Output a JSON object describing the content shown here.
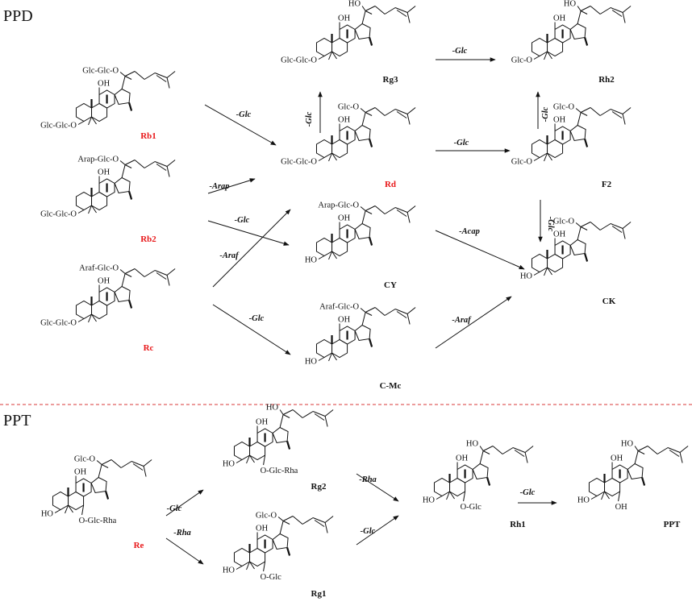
{
  "sections": {
    "ppd": "PPD",
    "ppt": "PPT"
  },
  "colors": {
    "highlight": "#e8191b",
    "ink": "#111111",
    "divider": "#e06060"
  },
  "compounds": [
    {
      "id": "rb1",
      "label": "Rb1",
      "hl": true,
      "s3": "Glc-Glc-O",
      "s20": "Glc-Glc-O",
      "s6": "",
      "oh3": false,
      "oh12": "OH",
      "oh20": ""
    },
    {
      "id": "rb2",
      "label": "Rb2",
      "hl": true,
      "s3": "Glc-Glc-O",
      "s20": "Arap-Glc-O",
      "s6": "",
      "oh3": false,
      "oh12": "OH",
      "oh20": ""
    },
    {
      "id": "rc",
      "label": "Rc",
      "hl": true,
      "s3": "Glc-Glc-O",
      "s20": "Araf-Glc-O",
      "s6": "",
      "oh3": false,
      "oh12": "OH",
      "oh20": ""
    },
    {
      "id": "rg3",
      "label": "Rg3",
      "hl": false,
      "s3": "Glc-Glc-O",
      "s20": "",
      "s6": "",
      "oh3": false,
      "oh12": "OH",
      "oh20": "HO"
    },
    {
      "id": "rd",
      "label": "Rd",
      "hl": true,
      "s3": "Glc-Glc-O",
      "s20": "Glc-O",
      "s6": "",
      "oh3": false,
      "oh12": "OH",
      "oh20": ""
    },
    {
      "id": "cy",
      "label": "CY",
      "hl": false,
      "s3": "",
      "s20": "Arap-Glc-O",
      "s6": "",
      "oh3": true,
      "oh12": "OH",
      "oh20": ""
    },
    {
      "id": "cmc",
      "label": "C-Mc",
      "hl": false,
      "s3": "",
      "s20": "Araf-Glc-O",
      "s6": "",
      "oh3": true,
      "oh12": "OH",
      "oh20": ""
    },
    {
      "id": "rh2",
      "label": "Rh2",
      "hl": false,
      "s3": "Glc-O",
      "s20": "",
      "s6": "",
      "oh3": false,
      "oh12": "OH",
      "oh20": "HO"
    },
    {
      "id": "f2",
      "label": "F2",
      "hl": false,
      "s3": "Glc-O",
      "s20": "Glc-O",
      "s6": "",
      "oh3": false,
      "oh12": "OH",
      "oh20": ""
    },
    {
      "id": "ck",
      "label": "CK",
      "hl": false,
      "s3": "",
      "s20": "Glc-O",
      "s6": "",
      "oh3": true,
      "oh12": "OH",
      "oh20": ""
    },
    {
      "id": "re",
      "label": "Re",
      "hl": true,
      "s3": "",
      "s20": "Glc-O",
      "s6": "O-Glc-Rha",
      "oh3": true,
      "oh12": "OH",
      "oh20": ""
    },
    {
      "id": "rg2",
      "label": "Rg2",
      "hl": false,
      "s3": "",
      "s20": "",
      "s6": "O-Glc-Rha",
      "oh3": true,
      "oh12": "OH",
      "oh20": "HO"
    },
    {
      "id": "rg1",
      "label": "Rg1",
      "hl": false,
      "s3": "",
      "s20": "Glc-O",
      "s6": "O-Glc",
      "oh3": true,
      "oh12": "OH",
      "oh20": ""
    },
    {
      "id": "rh1",
      "label": "Rh1",
      "hl": false,
      "s3": "",
      "s20": "",
      "s6": "O-Glc",
      "oh3": true,
      "oh12": "OH",
      "oh20": "HO"
    },
    {
      "id": "ppt",
      "label": "PPT",
      "hl": false,
      "s3": "",
      "s20": "",
      "s6": "OH",
      "oh3": true,
      "oh12": "OH",
      "oh20": "HO"
    }
  ],
  "reactions": [
    {
      "id": "rb1-rd",
      "label": "-Glc"
    },
    {
      "id": "rb2-rd",
      "label": "-Arap"
    },
    {
      "id": "rb2-cy",
      "label": "-Glc"
    },
    {
      "id": "rc-rd",
      "label": "-Araf"
    },
    {
      "id": "rc-cmc",
      "label": "-Glc"
    },
    {
      "id": "rd-rg3",
      "label": "-Glc"
    },
    {
      "id": "rg3-rh2",
      "label": "-Glc"
    },
    {
      "id": "rd-f2",
      "label": "-Glc"
    },
    {
      "id": "f2-rh2",
      "label": "-Glc"
    },
    {
      "id": "f2-ck",
      "label": "-Glc"
    },
    {
      "id": "cy-ck",
      "label": "-Acap"
    },
    {
      "id": "cmc-ck",
      "label": "-Araf"
    },
    {
      "id": "re-rg2",
      "label": "-Glc"
    },
    {
      "id": "re-rg1",
      "label": "-Rha"
    },
    {
      "id": "rg2-rh1",
      "label": "-Rha"
    },
    {
      "id": "rg1-rh1",
      "label": "-Glc"
    },
    {
      "id": "rh1-ppt",
      "label": "-Glc"
    }
  ]
}
